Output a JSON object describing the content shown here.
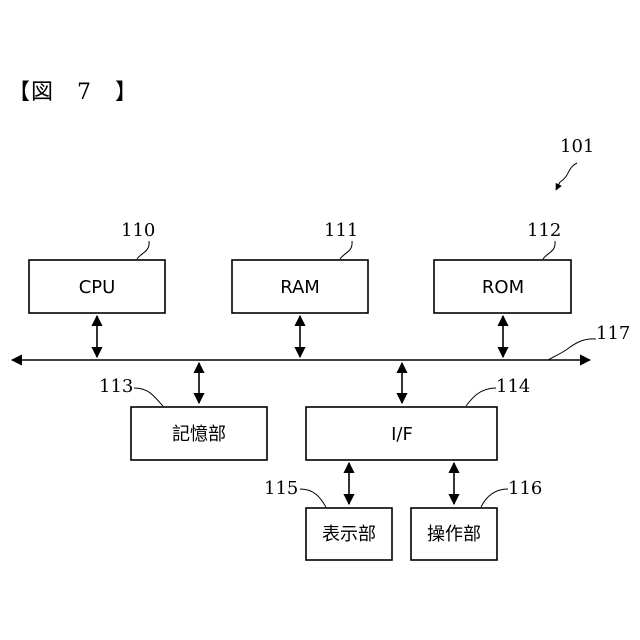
{
  "figure": {
    "title": "【図　7　】"
  },
  "system_ref": "101",
  "bus_ref": "117",
  "blocks": {
    "cpu": {
      "label": "CPU",
      "ref": "110"
    },
    "ram": {
      "label": "RAM",
      "ref": "111"
    },
    "rom": {
      "label": "ROM",
      "ref": "112"
    },
    "storage": {
      "label": "記憶部",
      "ref": "113"
    },
    "interface": {
      "label": "I/F",
      "ref": "114"
    },
    "display": {
      "label": "表示部",
      "ref": "115"
    },
    "operation": {
      "label": "操作部",
      "ref": "116"
    }
  }
}
